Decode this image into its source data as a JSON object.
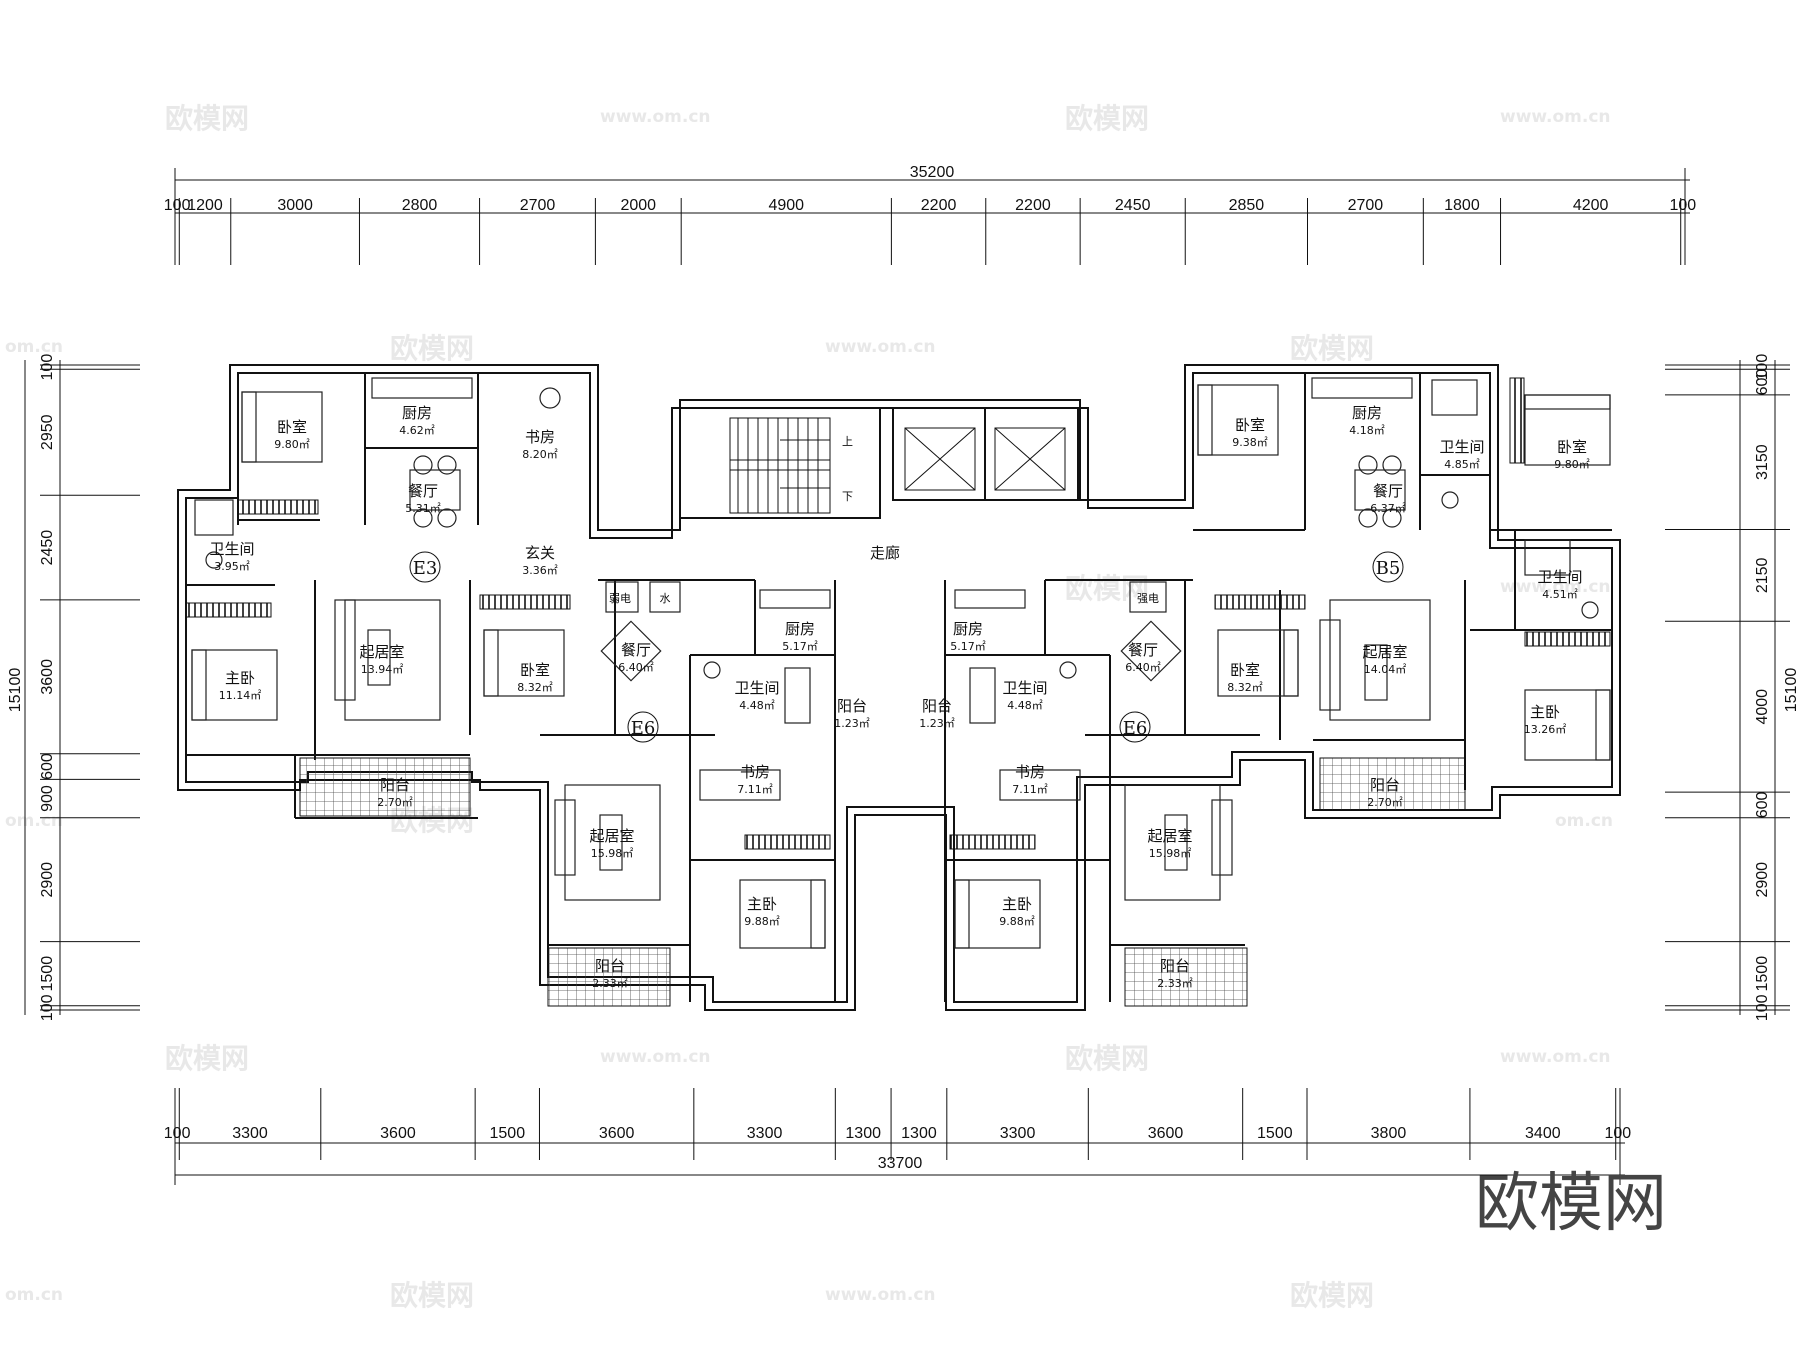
{
  "dimensions": {
    "top_total": "35200",
    "top": [
      "100",
      "1200",
      "3000",
      "2800",
      "2700",
      "2000",
      "4900",
      "2200",
      "2200",
      "2450",
      "2850",
      "2700",
      "1800",
      "4200",
      "100"
    ],
    "bottom_total": "33700",
    "bottom": [
      "100",
      "3300",
      "3600",
      "1500",
      "3600",
      "3300",
      "1300",
      "1300",
      "3300",
      "3600",
      "1500",
      "3800",
      "3400",
      "100"
    ],
    "left_total": "15100",
    "left": [
      "100",
      "2950",
      "2450",
      "3600",
      "600",
      "900",
      "2900",
      "1500",
      "100"
    ],
    "right_total": "15100",
    "right": [
      "100",
      "600",
      "3150",
      "2150",
      "4000",
      "600",
      "2900",
      "1500",
      "100"
    ]
  },
  "unit_tags": [
    "E3",
    "B5",
    "E6",
    "E6"
  ],
  "rooms": {
    "e3_bedroom": {
      "name": "卧室",
      "area": "9.80㎡"
    },
    "e3_kitchen": {
      "name": "厨房",
      "area": "4.62㎡"
    },
    "e3_study": {
      "name": "书房",
      "area": "8.20㎡"
    },
    "e3_dining": {
      "name": "餐厅",
      "area": "5.31㎡"
    },
    "e3_bath": {
      "name": "卫生间",
      "area": "3.95㎡"
    },
    "e3_foyer": {
      "name": "玄关",
      "area": "3.36㎡"
    },
    "e3_master": {
      "name": "主卧",
      "area": "11.14㎡"
    },
    "e3_living": {
      "name": "起居室",
      "area": "13.94㎡"
    },
    "e3_balcony": {
      "name": "阳台",
      "area": "2.70㎡"
    },
    "corridor": {
      "name": "走廊"
    },
    "weak_elec": {
      "name": "弱电"
    },
    "water": {
      "name": "水"
    },
    "strong_elec": {
      "name": "强电"
    },
    "stair_up": {
      "name": "上"
    },
    "stair_down": {
      "name": "下"
    },
    "b5_bedroom": {
      "name": "卧室",
      "area": "9.38㎡"
    },
    "b5_kitchen": {
      "name": "厨房",
      "area": "4.18㎡"
    },
    "b5_dining": {
      "name": "餐厅",
      "area": "6.37㎡"
    },
    "b5_bath1": {
      "name": "卫生间",
      "area": "4.85㎡"
    },
    "b5_bedroom2": {
      "name": "卧室",
      "area": "9.80㎡"
    },
    "b5_bath2": {
      "name": "卫生间",
      "area": "4.51㎡"
    },
    "b5_living": {
      "name": "起居室",
      "area": "14.04㎡"
    },
    "b5_master": {
      "name": "主卧",
      "area": "13.26㎡"
    },
    "b5_balcony": {
      "name": "阳台",
      "area": "2.70㎡"
    },
    "e6l_bedroom": {
      "name": "卧室",
      "area": "8.32㎡"
    },
    "e6l_dining": {
      "name": "餐厅",
      "area": "6.40㎡"
    },
    "e6l_kitchen": {
      "name": "厨房",
      "area": "5.17㎡"
    },
    "e6l_bath": {
      "name": "卫生间",
      "area": "4.48㎡"
    },
    "e6l_svc_balcony": {
      "name": "阳台",
      "area": "1.23㎡"
    },
    "e6l_study": {
      "name": "书房",
      "area": "7.11㎡"
    },
    "e6l_living": {
      "name": "起居室",
      "area": "15.98㎡"
    },
    "e6l_master": {
      "name": "主卧",
      "area": "9.88㎡"
    },
    "e6l_balcony": {
      "name": "阳台",
      "area": "2.33㎡"
    },
    "e6r_kitchen": {
      "name": "厨房",
      "area": "5.17㎡"
    },
    "e6r_svc_balcony": {
      "name": "阳台",
      "area": "1.23㎡"
    },
    "e6r_bath": {
      "name": "卫生间",
      "area": "4.48㎡"
    },
    "e6r_dining": {
      "name": "餐厅",
      "area": "6.40㎡"
    },
    "e6r_bedroom": {
      "name": "卧室",
      "area": "8.32㎡"
    },
    "e6r_study": {
      "name": "书房",
      "area": "7.11㎡"
    },
    "e6r_living": {
      "name": "起居室",
      "area": "15.98㎡"
    },
    "e6r_master": {
      "name": "主卧",
      "area": "9.88㎡"
    },
    "e6r_balcony": {
      "name": "阳台",
      "area": "2.33㎡"
    }
  },
  "watermark": {
    "brand": "欧模网",
    "url": "www.om.cn",
    "short": "om.cn"
  },
  "logo": "欧模网"
}
